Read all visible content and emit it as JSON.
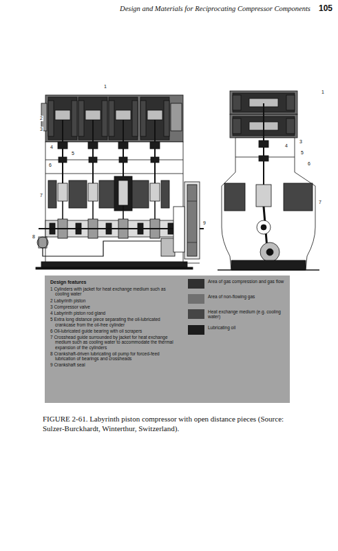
{
  "diagram": {
    "caption": "FIGURE 2-61. Labyrinth piston compressor with open distance pieces (Source: Sulzer-Burckhardt, Winterthur, Switzerland).",
    "nodes": [
      {
        "text": [
          "Design features",
          "1 Cylinders with jacket for heat exchange medium such as cooling water",
          "2 Labyrinth piston",
          "3 Compressor valve",
          "4 Labyrinth piston rod gland",
          "5 Extra long distance piece separating the oil-lubricated crankcase from the oil-free cylinder",
          "6 Oil-lubricated guide bearing with oil scrapers",
          "7 Crosshead guide surrounded by jacket for heat exchange medium such as cooling water to accommodate the thermal expansion of the cylinders",
          "8 Crankshaft-driven lubricating oil pump for forced-feed lubrication of bearings and crossheads",
          "9 Crankshaft seal"
        ]
      }
    ],
    "labels": [
      "Design and Materials for Reciprocating Compressor Components",
      "105",
      "1",
      "2",
      "3",
      "4",
      "5",
      "6",
      "7",
      "8",
      "9",
      "1",
      "3",
      "4",
      "5",
      "6",
      "7"
    ],
    "legend": [
      {
        "text": "Area of gas compression and gas flow",
        "color": "#2f2f2f"
      },
      {
        "text": "Area of non-flowing gas",
        "color": "#707070"
      },
      {
        "text": "Heat exchange medium (e.g. cooling water)",
        "color": "#454545"
      },
      {
        "text": "Lubricating oil",
        "color": "#1c1c1c"
      }
    ]
  }
}
